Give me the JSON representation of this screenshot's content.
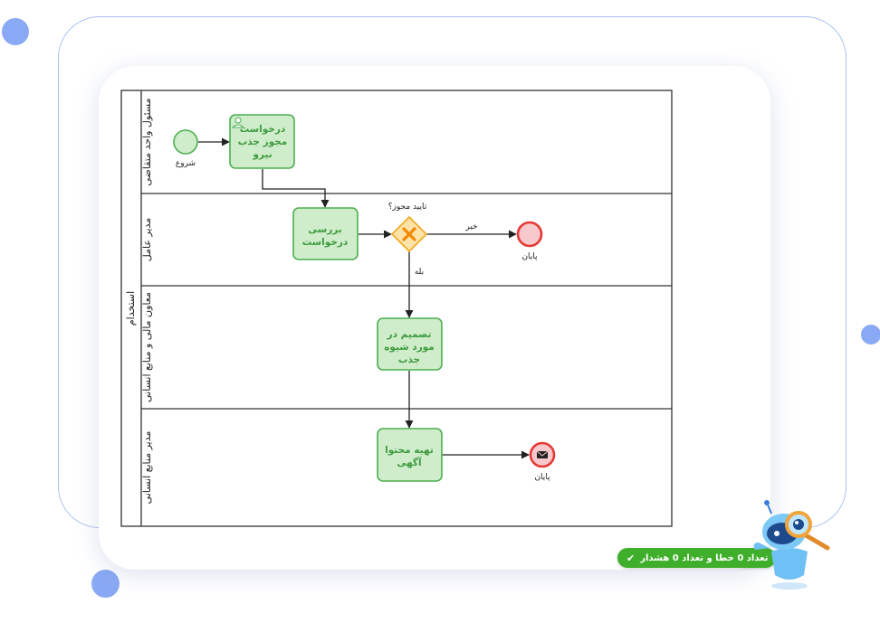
{
  "pool": {
    "name": "استخدام",
    "lanes": [
      {
        "id": "lane1",
        "label": "مسئول واحد متقاضی"
      },
      {
        "id": "lane2",
        "label": "مدیر عامل"
      },
      {
        "id": "lane3",
        "label": "معاون مالی و منابع انسانی"
      },
      {
        "id": "lane4",
        "label": "مدیر منابع انسانی"
      }
    ]
  },
  "events": {
    "start": {
      "label": "شروع"
    },
    "end_rejected": {
      "label": "پایان"
    },
    "end_message": {
      "label": "پایان"
    }
  },
  "tasks": {
    "request_permit": {
      "lines": [
        "درخواست",
        "مجوز جذب",
        "نیرو"
      ]
    },
    "review_request": {
      "lines": [
        "بررسی",
        "درخواست"
      ]
    },
    "decide_method": {
      "lines": [
        "تصمیم در",
        "مورد شیوه",
        "جذب"
      ]
    },
    "prepare_ad": {
      "lines": [
        "تهیه محتوا",
        "آگهی"
      ]
    }
  },
  "gateway": {
    "label": "تایید مجوز؟",
    "no_label": "خیر",
    "yes_label": "بله"
  },
  "validation_status": {
    "text": "تعداد 0 خطا و تعداد 0 هشدار",
    "icon": "check-icon"
  },
  "colors": {
    "task_fill": "#cfeccb",
    "task_stroke": "#4caf50",
    "task_text": "#3d9b3d",
    "start_fill": "#cfeccb",
    "start_stroke": "#4caf50",
    "end_fill": "#f7c9cc",
    "end_stroke": "#e53935",
    "gateway_fill": "#fde3a8",
    "gateway_stroke": "#f0a81c",
    "gateway_mark": "#f08a00",
    "frame": "#a9c0f0",
    "dots": "#8aa9f4",
    "status": "#3fae2a"
  }
}
